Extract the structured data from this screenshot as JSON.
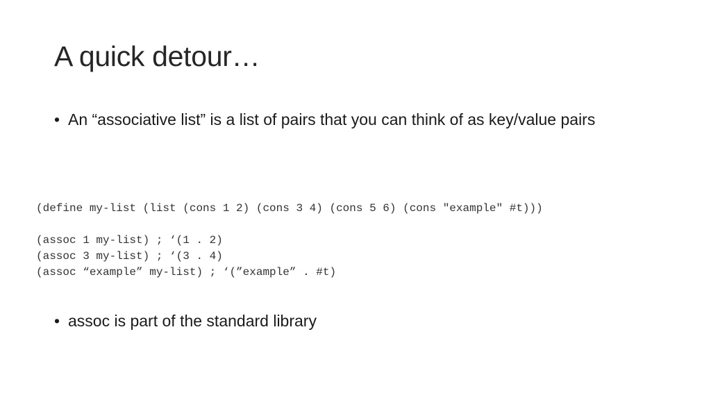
{
  "slide": {
    "title": "A quick detour…",
    "bullet_symbol": "•",
    "bullets": [
      {
        "text": "An “associative list” is a list of pairs that you can think of as key/value pairs"
      },
      {
        "text": "assoc is part of the standard library"
      }
    ],
    "code_lines": [
      "(define my-list (list (cons 1 2) (cons 3 4) (cons 5 6) (cons \"example\" #t)))",
      "(assoc 1 my-list) ; ‘(1 . 2)",
      "(assoc 3 my-list) ; ‘(3 . 4)",
      "(assoc “example” my-list) ; ‘(”example” . #t)"
    ]
  }
}
